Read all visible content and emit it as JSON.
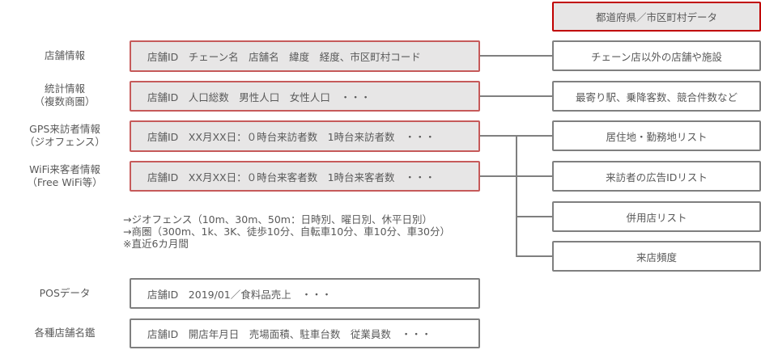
{
  "left_labels": [
    {
      "line1": "店舗情報",
      "line2": ""
    },
    {
      "line1": "統計情報",
      "line2": "（複数商圏）"
    },
    {
      "line1": "GPS来訪者情報",
      "line2": "（ジオフェンス）"
    },
    {
      "line1": "WiFi来客者情報",
      "line2": "（Free WiFi等）"
    },
    {
      "line1": "POSデータ",
      "line2": ""
    },
    {
      "line1": "各種店舗名鑑",
      "line2": ""
    }
  ],
  "data_boxes": [
    "店舗ID　チェーン名　店舗名　緯度　経度、市区町村コード",
    "店舗ID　人口総数　男性人口　女性人口　・・・",
    "店舗ID　XX月XX日：０時台来訪者数　1時台来訪者数　・・・",
    "店舗ID　XX月XX日：０時台来客者数　1時台来客者数　・・・",
    "店舗ID　2019/01／食料品売上　・・・",
    "店舗ID　開店年月日　売場面積、駐車台数　従業員数　・・・"
  ],
  "notes": [
    "→ジオフェンス（10m、30m、50m：日時別、曜日別、休平日別）",
    "→商圏（300m、1k、3K、徒歩10分、自転車10分、車10分、車30分）",
    "※直近6カ月間"
  ],
  "right_header": "都道府県／市区町村データ",
  "right_boxes": [
    "チェーン店以外の店舗や施設",
    "最寄り駅、乗降客数、競合件数など",
    "居住地・勤務地リスト",
    "来訪者の広告IDリスト",
    "併用店リスト",
    "来店頻度"
  ],
  "colors": {
    "red_border": "#c65a5a",
    "header_border": "#c00000",
    "gray_border": "#7f7f7f",
    "fill": "#e7e6e6",
    "text": "#595959"
  }
}
